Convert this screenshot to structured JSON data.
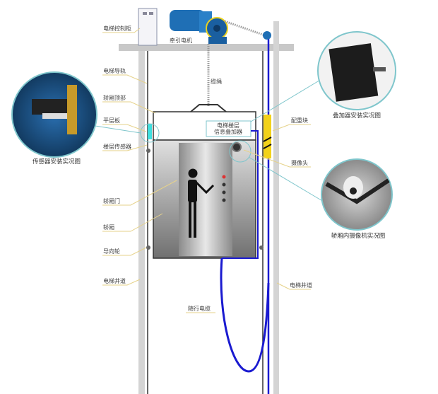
{
  "labels": {
    "control_cabinet": "电梯控制柜",
    "traction_motor": "牵引电机",
    "guide_rail": "电梯导轨",
    "rope": "缆绳",
    "car_top": "轿厢顶部",
    "leveling_plate": "平层板",
    "floor_sensor": "楼层传感器",
    "car_door": "轿厢门",
    "car": "轿厢",
    "guide_wheel": "导向轮",
    "shaft_left": "电梯井道",
    "traveling_cable": "随行电缆",
    "counterweight": "配重块",
    "camera": "摄像头",
    "shaft_right": "电梯井道",
    "info_overlay_line1": "电梯楼层",
    "info_overlay_line2": "信息叠加器"
  },
  "captions": {
    "sensor_photo": "传感器安装实况图",
    "overlay_photo": "叠加器安装实况图",
    "camera_photo": "轿厢内摄像机实况图"
  },
  "colors": {
    "cable": "#1a1ad0",
    "counterweight": "#f2d21a",
    "inset_ring": "#7fc6cc",
    "sensor": "#3fe0e0"
  }
}
